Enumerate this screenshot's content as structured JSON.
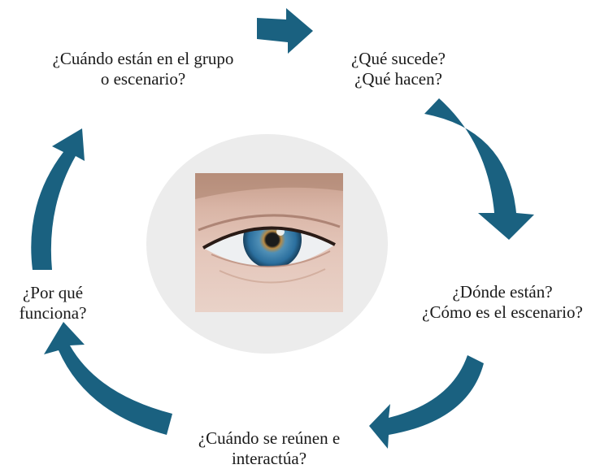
{
  "diagram": {
    "accent_color": "#1a6180",
    "center_image": "eye-icon",
    "labels": {
      "top_left": [
        "¿Cuándo están en el grupo",
        "o escenario?"
      ],
      "top_right": [
        "¿Qué sucede?",
        "¿Qué hacen?"
      ],
      "right": [
        "¿Dónde están?",
        "¿Cómo es el escenario?"
      ],
      "bottom": [
        "¿Cuándo se reúnen e",
        "interactúa?"
      ],
      "left": [
        "¿Por qué",
        "funciona?"
      ]
    }
  }
}
